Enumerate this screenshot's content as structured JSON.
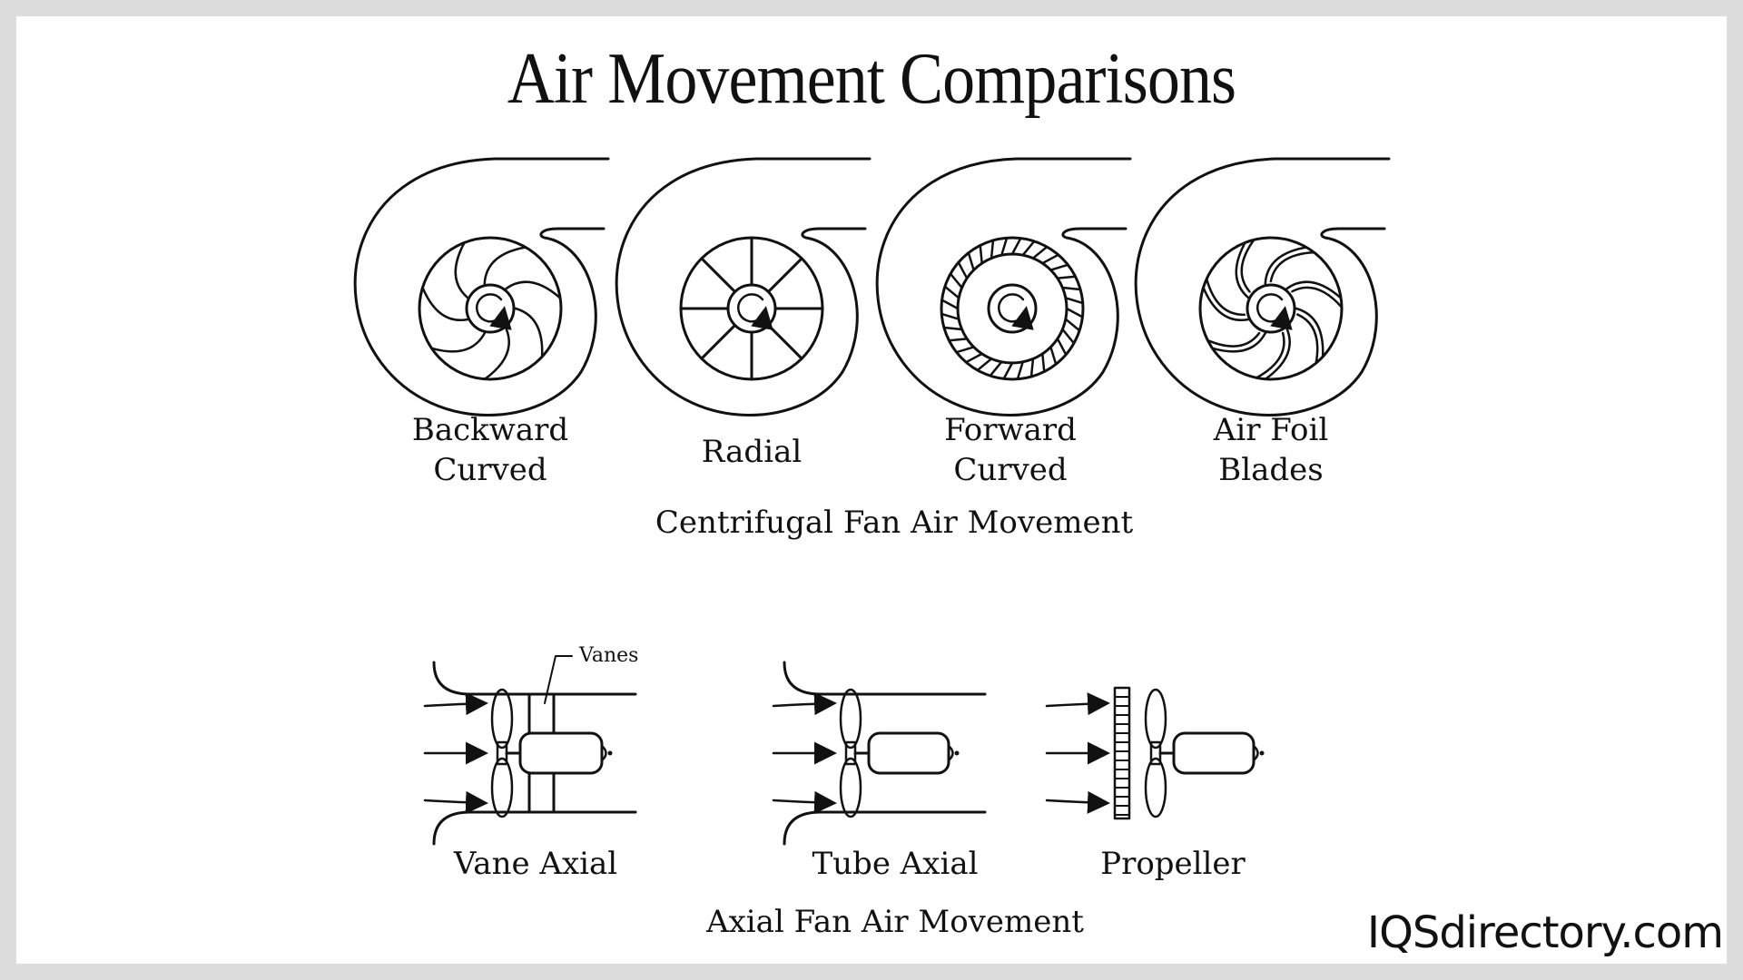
{
  "title": "Air Movement Comparisons",
  "centrifugal": {
    "group_label": "Centrifugal Fan Air Movement",
    "fans": [
      {
        "line1": "Backward",
        "line2": "Curved",
        "blade_type": "backward-curved"
      },
      {
        "line1": "Radial",
        "line2": "",
        "blade_type": "radial"
      },
      {
        "line1": "Forward",
        "line2": "Curved",
        "blade_type": "forward-curved"
      },
      {
        "line1": "Air Foil",
        "line2": "Blades",
        "blade_type": "air-foil"
      }
    ]
  },
  "axial": {
    "group_label": "Axial Fan Air Movement",
    "vanes_label": "Vanes",
    "fans": [
      {
        "label": "Vane Axial",
        "type": "vane-axial"
      },
      {
        "label": "Tube Axial",
        "type": "tube-axial"
      },
      {
        "label": "Propeller",
        "type": "propeller"
      }
    ]
  },
  "brand": "IQSdirectory.com",
  "colors": {
    "stroke": "#111111",
    "background": "#ffffff",
    "border": "#dcdcdc"
  }
}
